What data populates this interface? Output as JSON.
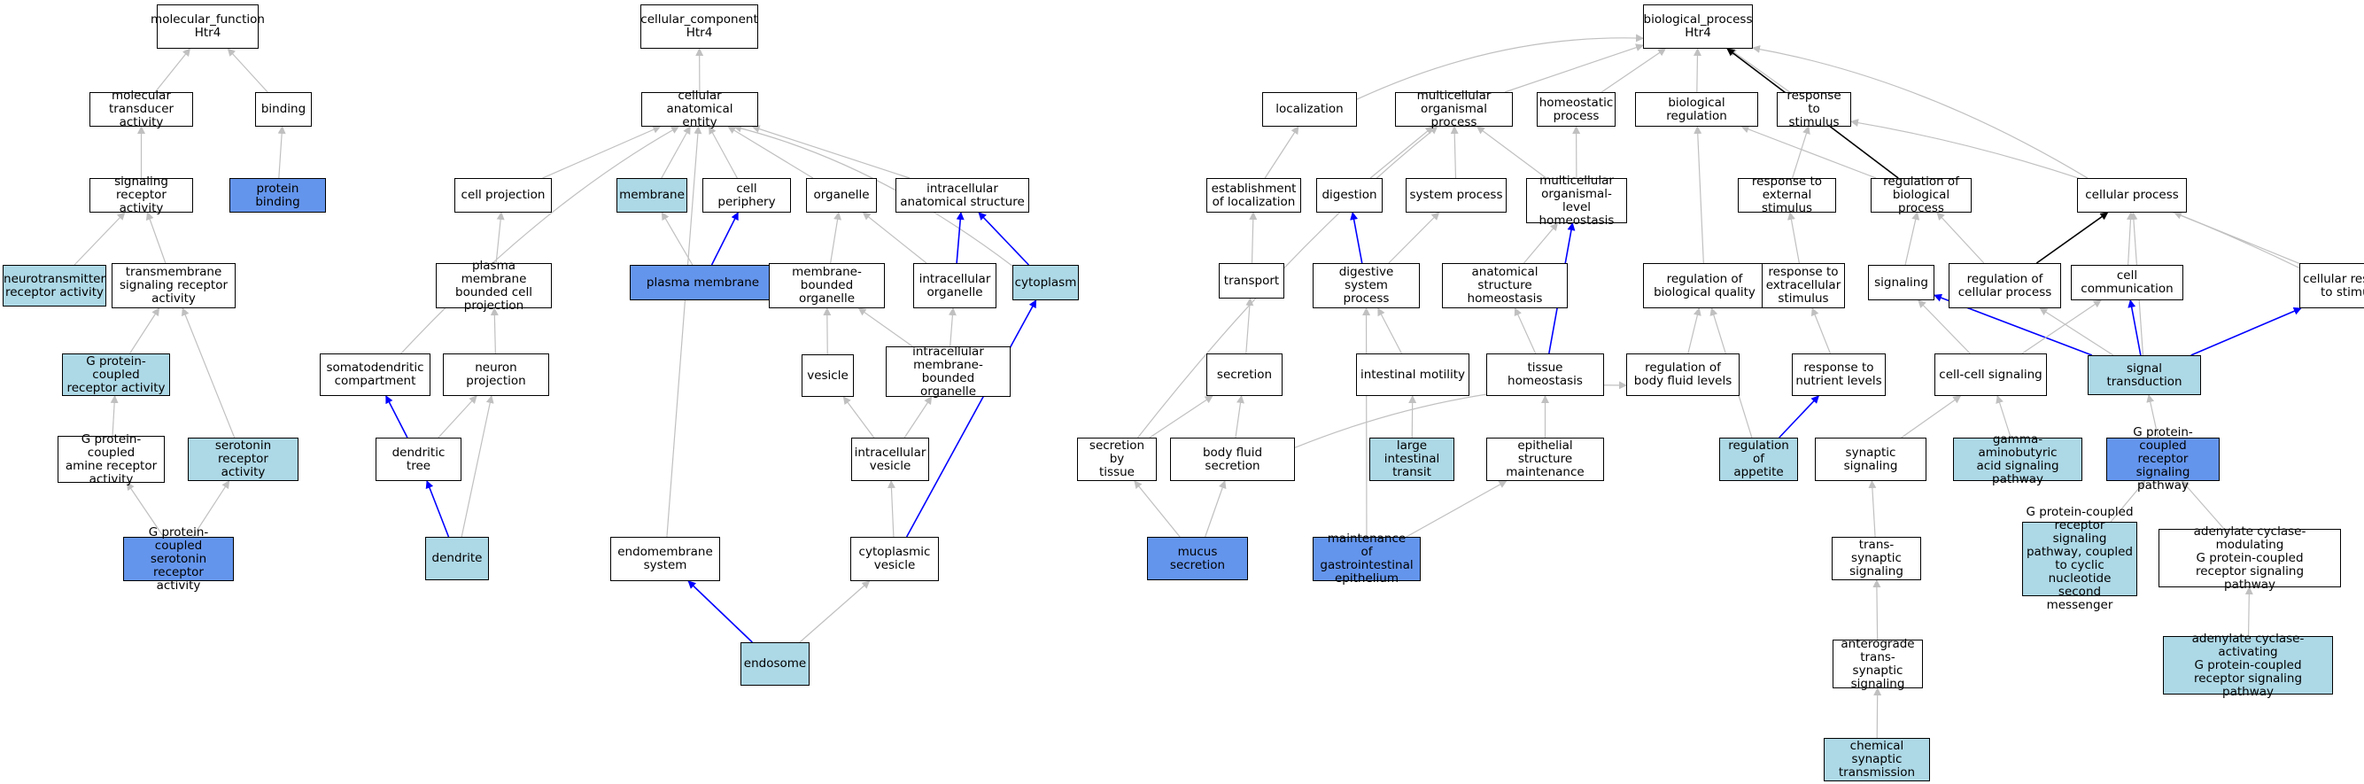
{
  "colors": {
    "highlight_light": "#add8e6",
    "highlight_dark": "#6495ed",
    "edge_gray": "#c0c0c0",
    "edge_blue": "#0000ff",
    "edge_black": "#000000"
  },
  "nodes": [
    {
      "id": "mf",
      "label": "molecular_function\nHtr4",
      "fill": "none"
    },
    {
      "id": "mta",
      "label": "molecular transducer\nactivity",
      "fill": "none"
    },
    {
      "id": "bind",
      "label": "binding",
      "fill": "none"
    },
    {
      "id": "sra",
      "label": "signaling receptor\nactivity",
      "fill": "none"
    },
    {
      "id": "pb",
      "label": "protein binding",
      "fill": "dark"
    },
    {
      "id": "nra",
      "label": "neurotransmitter\nreceptor activity",
      "fill": "light"
    },
    {
      "id": "tsra",
      "label": "transmembrane\nsignaling receptor\nactivity",
      "fill": "none"
    },
    {
      "id": "gpcra",
      "label": "G protein-coupled\nreceptor activity",
      "fill": "light"
    },
    {
      "id": "gpcamra",
      "label": "G protein-coupled\namine receptor\nactivity",
      "fill": "none"
    },
    {
      "id": "sera",
      "label": "serotonin receptor\nactivity",
      "fill": "light"
    },
    {
      "id": "gpcsra",
      "label": "G protein-coupled\nserotonin receptor\nactivity",
      "fill": "dark"
    },
    {
      "id": "cc",
      "label": "cellular_component\nHtr4",
      "fill": "none"
    },
    {
      "id": "cae",
      "label": "cellular anatomical\nentity",
      "fill": "none"
    },
    {
      "id": "cproj",
      "label": "cell projection",
      "fill": "none"
    },
    {
      "id": "memb",
      "label": "membrane",
      "fill": "light"
    },
    {
      "id": "cperi",
      "label": "cell periphery",
      "fill": "none"
    },
    {
      "id": "org",
      "label": "organelle",
      "fill": "none"
    },
    {
      "id": "ias",
      "label": "intracellular\nanatomical structure",
      "fill": "none"
    },
    {
      "id": "pm",
      "label": "plasma membrane",
      "fill": "dark"
    },
    {
      "id": "pmbcp",
      "label": "plasma membrane\nbounded cell\nprojection",
      "fill": "none"
    },
    {
      "id": "mbo",
      "label": "membrane-bounded\norganelle",
      "fill": "none"
    },
    {
      "id": "io",
      "label": "intracellular\norganelle",
      "fill": "none"
    },
    {
      "id": "cyto",
      "label": "cytoplasm",
      "fill": "light"
    },
    {
      "id": "sdc",
      "label": "somatodendritic\ncompartment",
      "fill": "none"
    },
    {
      "id": "np",
      "label": "neuron projection",
      "fill": "none"
    },
    {
      "id": "ves",
      "label": "vesicle",
      "fill": "none"
    },
    {
      "id": "imbo",
      "label": "intracellular\nmembrane-bounded\norganelle",
      "fill": "none"
    },
    {
      "id": "dtree",
      "label": "dendritic tree",
      "fill": "none"
    },
    {
      "id": "iv",
      "label": "intracellular\nvesicle",
      "fill": "none"
    },
    {
      "id": "dend",
      "label": "dendrite",
      "fill": "light"
    },
    {
      "id": "endosys",
      "label": "endomembrane\nsystem",
      "fill": "none"
    },
    {
      "id": "cv",
      "label": "cytoplasmic\nvesicle",
      "fill": "none"
    },
    {
      "id": "endo",
      "label": "endosome",
      "fill": "light"
    },
    {
      "id": "bp",
      "label": "biological_process\nHtr4",
      "fill": "none"
    },
    {
      "id": "loc",
      "label": "localization",
      "fill": "none"
    },
    {
      "id": "mop",
      "label": "multicellular\norganismal process",
      "fill": "none"
    },
    {
      "id": "hp",
      "label": "homeostatic\nprocess",
      "fill": "none"
    },
    {
      "id": "breg",
      "label": "biological regulation",
      "fill": "none"
    },
    {
      "id": "rts",
      "label": "response to\nstimulus",
      "fill": "none"
    },
    {
      "id": "eol",
      "label": "establishment\nof localization",
      "fill": "none"
    },
    {
      "id": "dig",
      "label": "digestion",
      "fill": "none"
    },
    {
      "id": "sp",
      "label": "system process",
      "fill": "none"
    },
    {
      "id": "molh",
      "label": "multicellular\norganismal-level\nhomeostasis",
      "fill": "none"
    },
    {
      "id": "rtes",
      "label": "response to\nexternal stimulus",
      "fill": "none"
    },
    {
      "id": "rbp",
      "label": "regulation of\nbiological process",
      "fill": "none"
    },
    {
      "id": "cp",
      "label": "cellular process",
      "fill": "none"
    },
    {
      "id": "trans",
      "label": "transport",
      "fill": "none"
    },
    {
      "id": "dsp",
      "label": "digestive system\nprocess",
      "fill": "none"
    },
    {
      "id": "ash",
      "label": "anatomical structure\nhomeostasis",
      "fill": "none"
    },
    {
      "id": "rbq",
      "label": "regulation of\nbiological quality",
      "fill": "none"
    },
    {
      "id": "rtexs",
      "label": "response to\nextracellular\nstimulus",
      "fill": "none"
    },
    {
      "id": "sig",
      "label": "signaling",
      "fill": "none"
    },
    {
      "id": "rcp",
      "label": "regulation of\ncellular process",
      "fill": "none"
    },
    {
      "id": "cc2",
      "label": "cell communication",
      "fill": "none"
    },
    {
      "id": "crs",
      "label": "cellular response\nto stimulus",
      "fill": "none"
    },
    {
      "id": "secr",
      "label": "secretion",
      "fill": "none"
    },
    {
      "id": "im",
      "label": "intestinal motility",
      "fill": "none"
    },
    {
      "id": "th",
      "label": "tissue homeostasis",
      "fill": "none"
    },
    {
      "id": "rbfl",
      "label": "regulation of\nbody fluid levels",
      "fill": "none"
    },
    {
      "id": "rtnl",
      "label": "response to\nnutrient levels",
      "fill": "none"
    },
    {
      "id": "ccs",
      "label": "cell-cell signaling",
      "fill": "none"
    },
    {
      "id": "st",
      "label": "signal transduction",
      "fill": "light"
    },
    {
      "id": "sbt",
      "label": "secretion by\ntissue",
      "fill": "none"
    },
    {
      "id": "bfs",
      "label": "body fluid secretion",
      "fill": "none"
    },
    {
      "id": "lit",
      "label": "large intestinal\ntransit",
      "fill": "light"
    },
    {
      "id": "esm",
      "label": "epithelial structure\nmaintenance",
      "fill": "none"
    },
    {
      "id": "roa",
      "label": "regulation of\nappetite",
      "fill": "light"
    },
    {
      "id": "ss",
      "label": "synaptic signaling",
      "fill": "none"
    },
    {
      "id": "gabasp",
      "label": "gamma-aminobutyric\nacid signaling\npathway",
      "fill": "light"
    },
    {
      "id": "gpcrsp",
      "label": "G protein-coupled\nreceptor signaling\npathway",
      "fill": "dark"
    },
    {
      "id": "ms",
      "label": "mucus secretion",
      "fill": "dark"
    },
    {
      "id": "mgie",
      "label": "maintenance\nof gastrointestinal\nepithelium",
      "fill": "dark"
    },
    {
      "id": "tss",
      "label": "trans-synaptic\nsignaling",
      "fill": "none"
    },
    {
      "id": "gpcrspcn",
      "label": "G protein-coupled\nreceptor signaling\npathway, coupled\nto cyclic nucleotide\nsecond messenger",
      "fill": "light"
    },
    {
      "id": "acmgp",
      "label": "adenylate cyclase-modulating\nG protein-coupled\nreceptor signaling\npathway",
      "fill": "none"
    },
    {
      "id": "atss",
      "label": "anterograde\ntrans-synaptic\nsignaling",
      "fill": "none"
    },
    {
      "id": "acagp",
      "label": "adenylate cyclase-activating\nG protein-coupled\nreceptor signaling\npathway",
      "fill": "light"
    },
    {
      "id": "cst",
      "label": "chemical synaptic\ntransmission",
      "fill": "light"
    }
  ],
  "edges": [
    {
      "from": "mta",
      "to": "mf",
      "type": "is_a"
    },
    {
      "from": "bind",
      "to": "mf",
      "type": "is_a"
    },
    {
      "from": "sra",
      "to": "mta",
      "type": "is_a"
    },
    {
      "from": "pb",
      "to": "bind",
      "type": "is_a"
    },
    {
      "from": "nra",
      "to": "sra",
      "type": "is_a"
    },
    {
      "from": "tsra",
      "to": "sra",
      "type": "is_a"
    },
    {
      "from": "gpcra",
      "to": "tsra",
      "type": "is_a"
    },
    {
      "from": "sera",
      "to": "tsra",
      "type": "is_a"
    },
    {
      "from": "gpcamra",
      "to": "gpcra",
      "type": "is_a"
    },
    {
      "from": "gpcsra",
      "to": "gpcamra",
      "type": "is_a"
    },
    {
      "from": "gpcsra",
      "to": "sera",
      "type": "is_a"
    },
    {
      "from": "cae",
      "to": "cc",
      "type": "is_a"
    },
    {
      "from": "cproj",
      "to": "cae",
      "type": "is_a"
    },
    {
      "from": "memb",
      "to": "cae",
      "type": "is_a"
    },
    {
      "from": "cperi",
      "to": "cae",
      "type": "is_a"
    },
    {
      "from": "org",
      "to": "cae",
      "type": "is_a"
    },
    {
      "from": "ias",
      "to": "cae",
      "type": "is_a"
    },
    {
      "from": "sdc",
      "to": "cae",
      "type": "is_a"
    },
    {
      "from": "endosys",
      "to": "cae",
      "type": "is_a"
    },
    {
      "from": "cyto",
      "to": "cae",
      "type": "is_a"
    },
    {
      "from": "pm",
      "to": "memb",
      "type": "is_a"
    },
    {
      "from": "pm",
      "to": "cperi",
      "type": "part_of"
    },
    {
      "from": "pmbcp",
      "to": "cproj",
      "type": "is_a"
    },
    {
      "from": "mbo",
      "to": "org",
      "type": "is_a"
    },
    {
      "from": "io",
      "to": "org",
      "type": "is_a"
    },
    {
      "from": "io",
      "to": "ias",
      "type": "part_of"
    },
    {
      "from": "cyto",
      "to": "ias",
      "type": "part_of"
    },
    {
      "from": "np",
      "to": "pmbcp",
      "type": "is_a"
    },
    {
      "from": "ves",
      "to": "mbo",
      "type": "is_a"
    },
    {
      "from": "imbo",
      "to": "mbo",
      "type": "is_a"
    },
    {
      "from": "imbo",
      "to": "io",
      "type": "is_a"
    },
    {
      "from": "dtree",
      "to": "np",
      "type": "is_a"
    },
    {
      "from": "dtree",
      "to": "sdc",
      "type": "part_of"
    },
    {
      "from": "iv",
      "to": "ves",
      "type": "is_a"
    },
    {
      "from": "iv",
      "to": "imbo",
      "type": "is_a"
    },
    {
      "from": "cv",
      "to": "iv",
      "type": "is_a"
    },
    {
      "from": "cv",
      "to": "cyto",
      "type": "part_of"
    },
    {
      "from": "dend",
      "to": "dtree",
      "type": "part_of"
    },
    {
      "from": "dend",
      "to": "np",
      "type": "is_a"
    },
    {
      "from": "endo",
      "to": "cv",
      "type": "is_a"
    },
    {
      "from": "endo",
      "to": "endosys",
      "type": "part_of"
    },
    {
      "from": "loc",
      "to": "bp",
      "type": "is_a"
    },
    {
      "from": "mop",
      "to": "bp",
      "type": "is_a"
    },
    {
      "from": "hp",
      "to": "bp",
      "type": "is_a"
    },
    {
      "from": "breg",
      "to": "bp",
      "type": "is_a"
    },
    {
      "from": "rts",
      "to": "bp",
      "type": "is_a"
    },
    {
      "from": "rbp",
      "to": "bp",
      "type": "regulates"
    },
    {
      "from": "cp",
      "to": "bp",
      "type": "is_a"
    },
    {
      "from": "eol",
      "to": "loc",
      "type": "is_a"
    },
    {
      "from": "dig",
      "to": "mop",
      "type": "is_a"
    },
    {
      "from": "sp",
      "to": "mop",
      "type": "is_a"
    },
    {
      "from": "molh",
      "to": "mop",
      "type": "is_a"
    },
    {
      "from": "molh",
      "to": "hp",
      "type": "is_a"
    },
    {
      "from": "sbt",
      "to": "mop",
      "type": "is_a"
    },
    {
      "from": "rbq",
      "to": "breg",
      "type": "is_a"
    },
    {
      "from": "rbp",
      "to": "breg",
      "type": "is_a"
    },
    {
      "from": "rtes",
      "to": "rts",
      "type": "is_a"
    },
    {
      "from": "crs",
      "to": "rts",
      "type": "is_a"
    },
    {
      "from": "trans",
      "to": "eol",
      "type": "is_a"
    },
    {
      "from": "dsp",
      "to": "dig",
      "type": "part_of"
    },
    {
      "from": "dsp",
      "to": "sp",
      "type": "is_a"
    },
    {
      "from": "ash",
      "to": "molh",
      "type": "is_a"
    },
    {
      "from": "th",
      "to": "molh",
      "type": "part_of"
    },
    {
      "from": "rtexs",
      "to": "rtes",
      "type": "is_a"
    },
    {
      "from": "sig",
      "to": "rbp",
      "type": "is_a"
    },
    {
      "from": "rcp",
      "to": "rbp",
      "type": "is_a"
    },
    {
      "from": "rcp",
      "to": "cp",
      "type": "regulates"
    },
    {
      "from": "cc2",
      "to": "cp",
      "type": "is_a"
    },
    {
      "from": "crs",
      "to": "cp",
      "type": "is_a"
    },
    {
      "from": "st",
      "to": "cp",
      "type": "is_a"
    },
    {
      "from": "secr",
      "to": "trans",
      "type": "is_a"
    },
    {
      "from": "im",
      "to": "dsp",
      "type": "is_a"
    },
    {
      "from": "mgie",
      "to": "dsp",
      "type": "is_a"
    },
    {
      "from": "th",
      "to": "ash",
      "type": "is_a"
    },
    {
      "from": "rbfl",
      "to": "rbq",
      "type": "is_a"
    },
    {
      "from": "roa",
      "to": "rbq",
      "type": "is_a"
    },
    {
      "from": "rtnl",
      "to": "rtexs",
      "type": "is_a"
    },
    {
      "from": "ccs",
      "to": "sig",
      "type": "is_a"
    },
    {
      "from": "st",
      "to": "sig",
      "type": "part_of"
    },
    {
      "from": "st",
      "to": "rcp",
      "type": "is_a"
    },
    {
      "from": "st",
      "to": "cc2",
      "type": "part_of"
    },
    {
      "from": "st",
      "to": "crs",
      "type": "part_of"
    },
    {
      "from": "ccs",
      "to": "cc2",
      "type": "is_a"
    },
    {
      "from": "sbt",
      "to": "secr",
      "type": "is_a"
    },
    {
      "from": "bfs",
      "to": "secr",
      "type": "is_a"
    },
    {
      "from": "bfs",
      "to": "rbfl",
      "type": "is_a"
    },
    {
      "from": "lit",
      "to": "im",
      "type": "is_a"
    },
    {
      "from": "esm",
      "to": "th",
      "type": "is_a"
    },
    {
      "from": "roa",
      "to": "rtnl",
      "type": "part_of"
    },
    {
      "from": "ss",
      "to": "ccs",
      "type": "is_a"
    },
    {
      "from": "gabasp",
      "to": "ccs",
      "type": "is_a"
    },
    {
      "from": "gpcrsp",
      "to": "st",
      "type": "is_a"
    },
    {
      "from": "ms",
      "to": "sbt",
      "type": "is_a"
    },
    {
      "from": "ms",
      "to": "bfs",
      "type": "is_a"
    },
    {
      "from": "mgie",
      "to": "esm",
      "type": "is_a"
    },
    {
      "from": "tss",
      "to": "ss",
      "type": "is_a"
    },
    {
      "from": "gpcrspcn",
      "to": "gpcrsp",
      "type": "is_a"
    },
    {
      "from": "acmgp",
      "to": "gpcrsp",
      "type": "is_a"
    },
    {
      "from": "atss",
      "to": "tss",
      "type": "is_a"
    },
    {
      "from": "acagp",
      "to": "acmgp",
      "type": "is_a"
    },
    {
      "from": "cst",
      "to": "atss",
      "type": "is_a"
    }
  ]
}
